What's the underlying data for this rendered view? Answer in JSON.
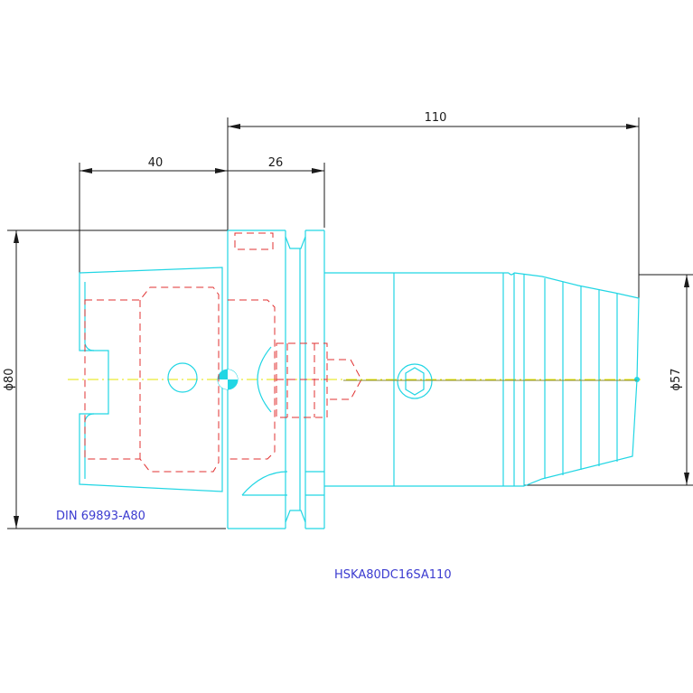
{
  "dimensions": {
    "overall_length": "110",
    "flange_length": "40",
    "collar_length": "26",
    "flange_diameter": "ϕ80",
    "nose_diameter": "ϕ57"
  },
  "labels": {
    "standard": "DIN 69893-A80",
    "part_number": "HSKA80DC16SA110"
  },
  "colors": {
    "outline": "#22d6e4",
    "hidden_lines": "#e03030",
    "dimensions": "#1a1a1a",
    "centerline": "#e6e600",
    "label_text": "#3b3bd0"
  }
}
